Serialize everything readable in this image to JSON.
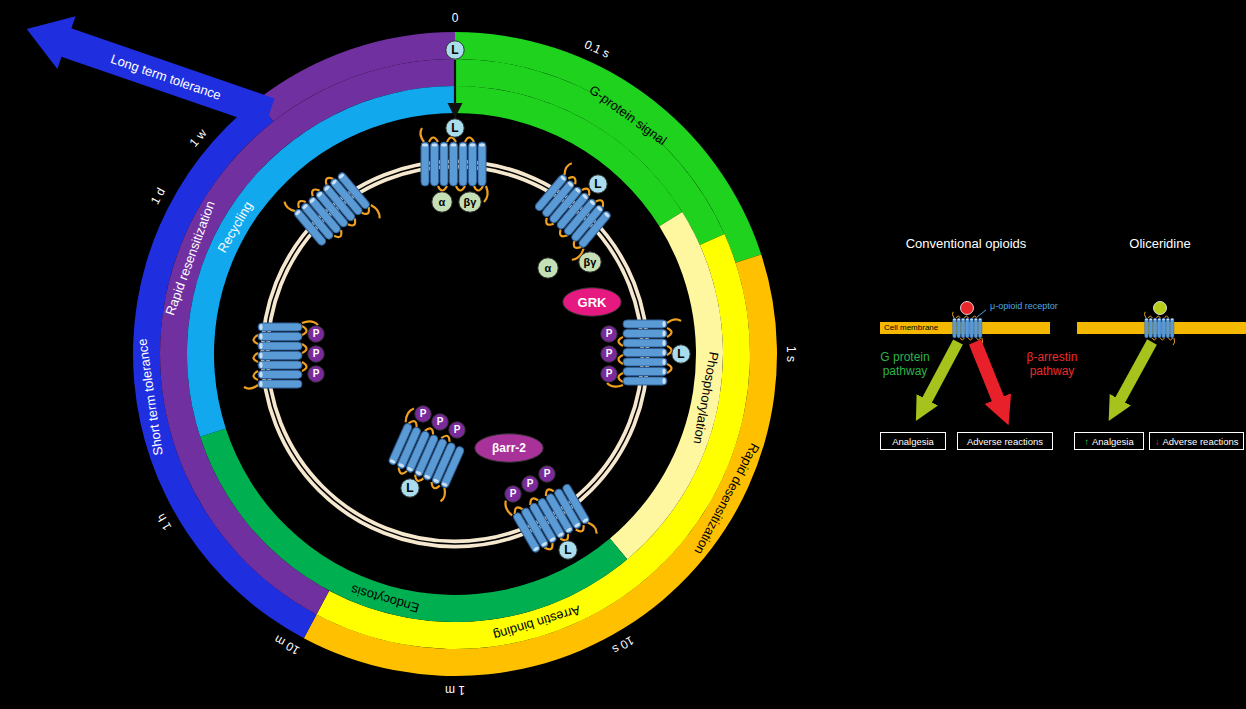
{
  "diagram": {
    "nodes": [
      {
        "text": [
          "G-protein signal"
        ]
      },
      {
        "text": [
          "Rapid desensitization"
        ]
      },
      {
        "text": [
          "Phosphorylation"
        ]
      },
      {
        "text": [
          "Arrestin binding"
        ]
      },
      {
        "text": [
          "Endocytosis"
        ]
      },
      {
        "text": [
          "Short term tolerance"
        ]
      },
      {
        "text": [
          "Rapid resensitization"
        ]
      },
      {
        "text": [
          "Recycling"
        ]
      },
      {
        "text": [
          "Long term tolerance"
        ]
      },
      {
        "text": [
          "L"
        ]
      },
      {
        "text": [
          "L"
        ]
      },
      {
        "text": [
          "α"
        ]
      },
      {
        "text": [
          "βγ"
        ]
      },
      {
        "text": [
          "L"
        ]
      },
      {
        "text": [
          "α"
        ]
      },
      {
        "text": [
          "βγ"
        ]
      },
      {
        "text": [
          "GRK"
        ]
      },
      {
        "text": [
          "L"
        ]
      },
      {
        "text": [
          "P"
        ]
      },
      {
        "text": [
          "P"
        ]
      },
      {
        "text": [
          "P"
        ]
      },
      {
        "text": [
          "βarr-2"
        ]
      },
      {
        "text": [
          "L"
        ]
      },
      {
        "text": [
          "P"
        ]
      },
      {
        "text": [
          "P"
        ]
      },
      {
        "text": [
          "P"
        ]
      },
      {
        "text": [
          "L"
        ]
      },
      {
        "text": [
          "P"
        ]
      },
      {
        "text": [
          "P"
        ]
      },
      {
        "text": [
          "P"
        ]
      },
      {
        "text": [
          "P"
        ]
      },
      {
        "text": [
          "P"
        ]
      },
      {
        "text": [
          "P"
        ]
      },
      {
        "text": [
          "Cell membrane"
        ]
      },
      {
        "text": [
          "Analgesia"
        ]
      },
      {
        "text": [
          "Adverse reactions"
        ]
      },
      {
        "text": [
          "↑",
          "Analgesia"
        ]
      },
      {
        "text": [
          "↓",
          "Adverse reactions"
        ]
      }
    ],
    "edges": [
      {
        "from": 9,
        "to": 10,
        "arrow": "to"
      }
    ],
    "labels": [
      "0",
      "0.1 s",
      "1 s",
      "10 s",
      "1 m",
      "10 m",
      "1 h",
      "1 d",
      "1 w",
      "Conventional opioids",
      "Oliceridine",
      "μ-opioid receptor",
      "G protein pathway",
      "β-arrestin pathway"
    ]
  }
}
